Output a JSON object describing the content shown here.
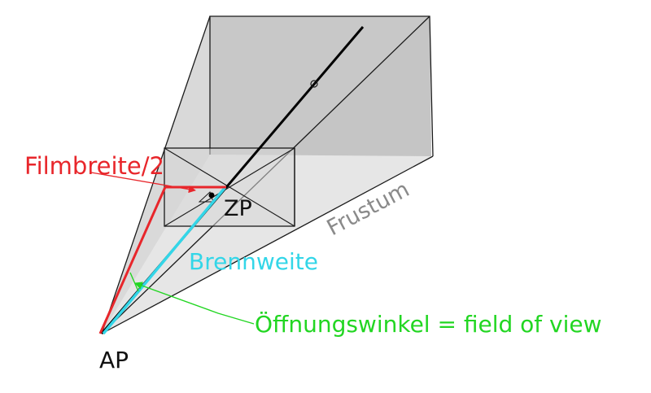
{
  "labels": {
    "filmbreite": "Filmbreite/2",
    "zp": "ZP",
    "brennweite": "Brennweite",
    "frustum": "Frustum",
    "oeffnungswinkel": "Öffnungswinkel = field of view",
    "ap": "AP"
  },
  "colors": {
    "frustum_fill": "#cfcfcf",
    "frustum_fill_light": "#e3e3e3",
    "edge": "#1a1a1a",
    "axis": "#000000",
    "filmbreite": "#e8262b",
    "brennweite": "#33d6e8",
    "oeffnungswinkel": "#22d622",
    "frustum_label": "#8a8a8a",
    "text": "#111111"
  }
}
